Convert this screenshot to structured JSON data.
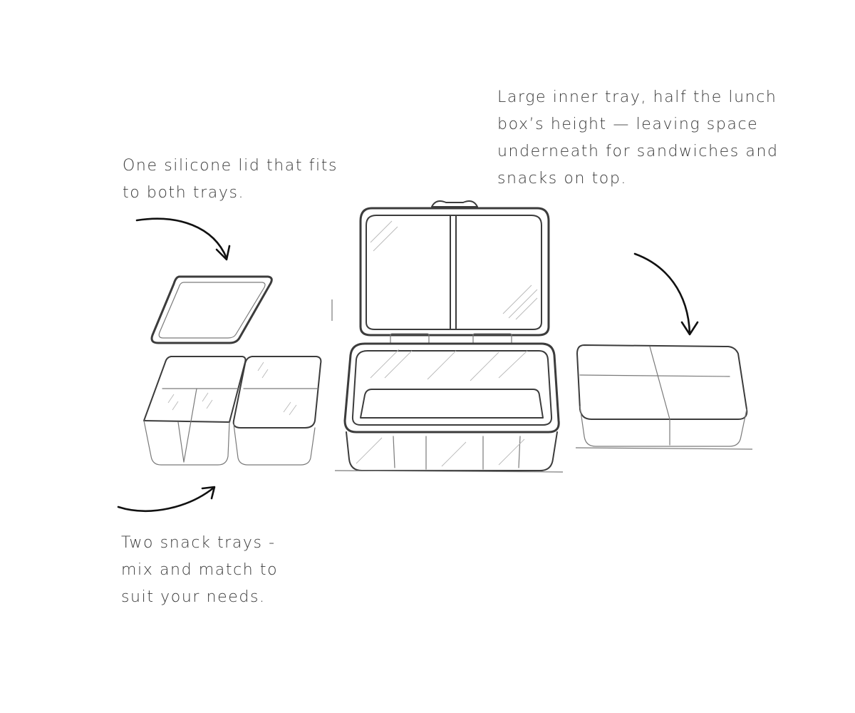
{
  "labels": {
    "lid": [
      "One silicone lid  that fits",
      "to both trays."
    ],
    "inner_tray": [
      "Large inner tray, half the lunch",
      "box’s height — leaving space",
      "underneath for sandwiches and",
      "snacks on top."
    ],
    "snack_trays": [
      "Two snack trays -",
      "mix and match to",
      "suit your needs."
    ]
  }
}
